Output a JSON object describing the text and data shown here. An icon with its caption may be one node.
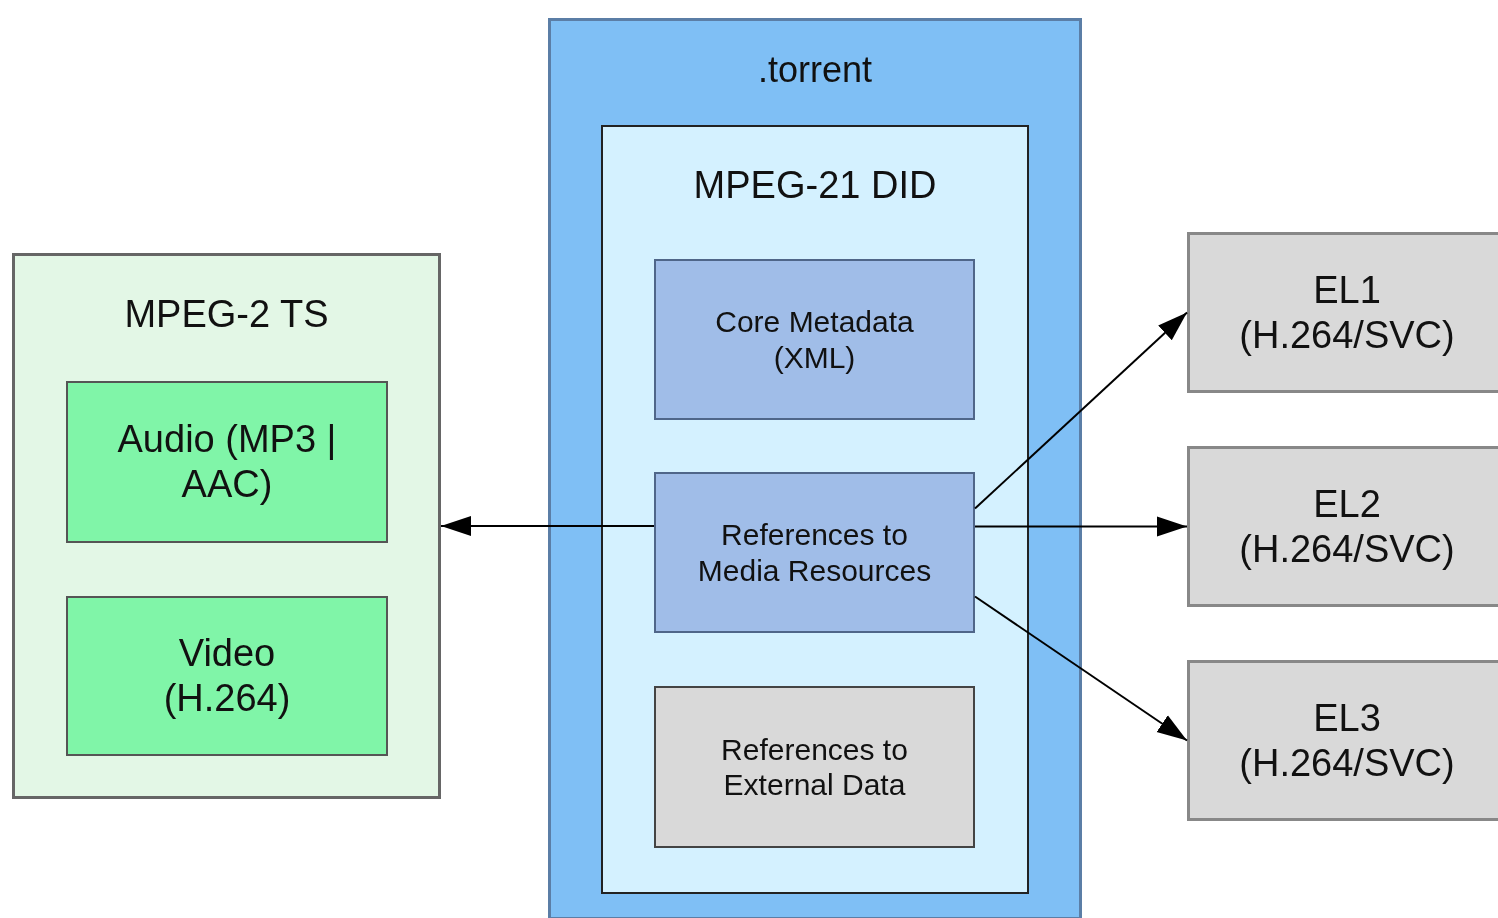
{
  "diagram": {
    "nodes": [
      {
        "text": [
          ".torrent"
        ]
      },
      {
        "text": [
          "MPEG-21 DID"
        ],
        "in": 0
      },
      {
        "text": [
          "Core Metadata (XML)"
        ],
        "in": 1
      },
      {
        "text": [
          "References to Media Resources"
        ],
        "in": 1
      },
      {
        "text": [
          "References to External Data"
        ],
        "in": 1
      },
      {
        "text": [
          "MPEG-2 TS"
        ]
      },
      {
        "text": [
          "Audio (MP3 | AAC)"
        ],
        "in": 5
      },
      {
        "text": [
          "Video (H.264)"
        ],
        "in": 5
      },
      {
        "text": [
          "EL1 (H.264/SVC)"
        ]
      },
      {
        "text": [
          "EL2 (H.264/SVC)"
        ]
      },
      {
        "text": [
          "EL3 (H.264/SVC)"
        ]
      }
    ],
    "edges": [
      {
        "from": 3,
        "to": 5,
        "arrow": "to"
      },
      {
        "from": 3,
        "to": 8,
        "arrow": "to"
      },
      {
        "from": 3,
        "to": 9,
        "arrow": "to"
      },
      {
        "from": 3,
        "to": 10,
        "arrow": "to"
      }
    ]
  }
}
